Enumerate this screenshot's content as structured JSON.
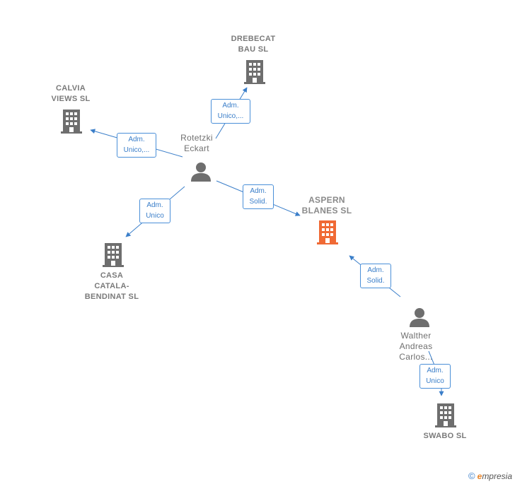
{
  "colors": {
    "edge": "#3a7ec9",
    "building": "#6e6e6e",
    "focus_building": "#f06a35",
    "person": "#6e6e6e"
  },
  "nodes": {
    "drebecat": {
      "label": "DREBECAT\nBAU  SL",
      "icon": "building-icon"
    },
    "calvia": {
      "label": "CALVIA\nVIEWS  SL",
      "icon": "building-icon"
    },
    "rotetzki": {
      "label": "Rotetzki\nEckart",
      "icon": "person-icon"
    },
    "aspern": {
      "label": "ASPERN\nBLANES  SL",
      "icon": "building-icon"
    },
    "casa": {
      "label": "CASA\nCATALA-\nBENDINAT  SL",
      "icon": "building-icon"
    },
    "walther": {
      "label": "Walther\nAndreas\nCarlos...",
      "icon": "person-icon"
    },
    "swabo": {
      "label": "SWABO  SL",
      "icon": "building-icon"
    }
  },
  "edges": {
    "rot_drebecat": {
      "line1": "Adm.",
      "line2": "Unico,..."
    },
    "rot_calvia": {
      "line1": "Adm.",
      "line2": "Unico,..."
    },
    "rot_aspern": {
      "line1": "Adm.",
      "line2": "Solid."
    },
    "rot_casa": {
      "line1": "Adm.",
      "line2": "Unico"
    },
    "wal_aspern": {
      "line1": "Adm.",
      "line2": "Solid."
    },
    "wal_swabo": {
      "line1": "Adm.",
      "line2": "Unico"
    }
  },
  "brand": {
    "copyright": "©",
    "e": "e",
    "rest": "mpresia"
  }
}
